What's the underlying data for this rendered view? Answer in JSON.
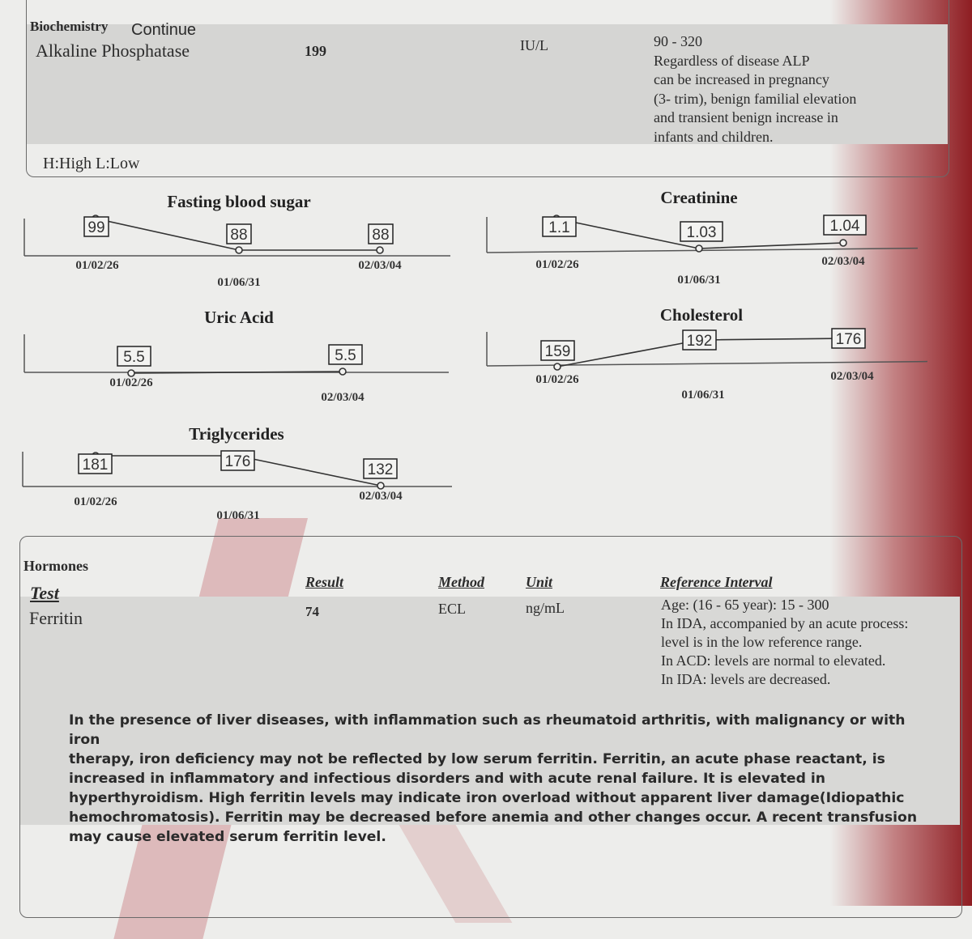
{
  "biochemistry": {
    "section_label": "Biochemistry",
    "continue_label": "Continue",
    "test": "Alkaline Phosphatase",
    "result": "199",
    "unit": "IU/L",
    "reference_lines": [
      "90 - 320",
      "Regardless of disease ALP",
      "can be increased in pregnancy",
      "(3- trim), benign familial elevation",
      "and transient benign increase in",
      "infants and children."
    ],
    "legend": "H:High L:Low"
  },
  "chart_data": [
    {
      "type": "line",
      "title": "Fasting blood sugar",
      "points": [
        {
          "date": "01/02/26",
          "value": "99"
        },
        {
          "date": "01/06/31",
          "value": "88"
        },
        {
          "date": "02/03/04",
          "value": "88"
        }
      ]
    },
    {
      "type": "line",
      "title": "Creatinine",
      "points": [
        {
          "date": "01/02/26",
          "value": "1.1"
        },
        {
          "date": "01/06/31",
          "value": "1.03"
        },
        {
          "date": "02/03/04",
          "value": "1.04"
        }
      ]
    },
    {
      "type": "line",
      "title": "Uric Acid",
      "points": [
        {
          "date": "01/02/26",
          "value": "5.5"
        },
        {
          "date": "02/03/04",
          "value": "5.5"
        }
      ]
    },
    {
      "type": "line",
      "title": "Cholesterol",
      "points": [
        {
          "date": "01/02/26",
          "value": "159"
        },
        {
          "date": "01/06/31",
          "value": "192"
        },
        {
          "date": "02/03/04",
          "value": "176"
        }
      ]
    },
    {
      "type": "line",
      "title": "Triglycerides",
      "points": [
        {
          "date": "01/02/26",
          "value": "181"
        },
        {
          "date": "01/06/31",
          "value": "176"
        },
        {
          "date": "02/03/04",
          "value": "132"
        }
      ]
    }
  ],
  "hormones": {
    "section_label": "Hormones",
    "columns": {
      "test": "Test",
      "result": "Result",
      "method": "Method",
      "unit": "Unit",
      "reference": "Reference Interval"
    },
    "row": {
      "test": "Ferritin",
      "result": "74",
      "method": "ECL",
      "unit": "ng/mL",
      "reference_lines": [
        "Age: (16 - 65 year): 15 - 300",
        "In IDA, accompanied by an acute process:",
        "level is in the low reference range.",
        "In ACD: levels are normal to elevated.",
        "In IDA: levels are decreased."
      ]
    },
    "note_lines": [
      "In the presence of liver diseases, with inflammation such as rheumatoid arthritis, with malignancy or with iron",
      "therapy, iron deficiency may not be reflected by low serum ferritin. Ferritin, an acute phase reactant, is",
      "increased in inflammatory and infectious disorders and with acute renal failure. It is elevated in",
      "hyperthyroidism. High ferritin levels may indicate iron overload without apparent liver damage(Idiopathic",
      "hemochromatosis). Ferritin may be decreased before anemia and other changes occur. A recent transfusion",
      "may cause elevated serum ferritin level."
    ]
  }
}
